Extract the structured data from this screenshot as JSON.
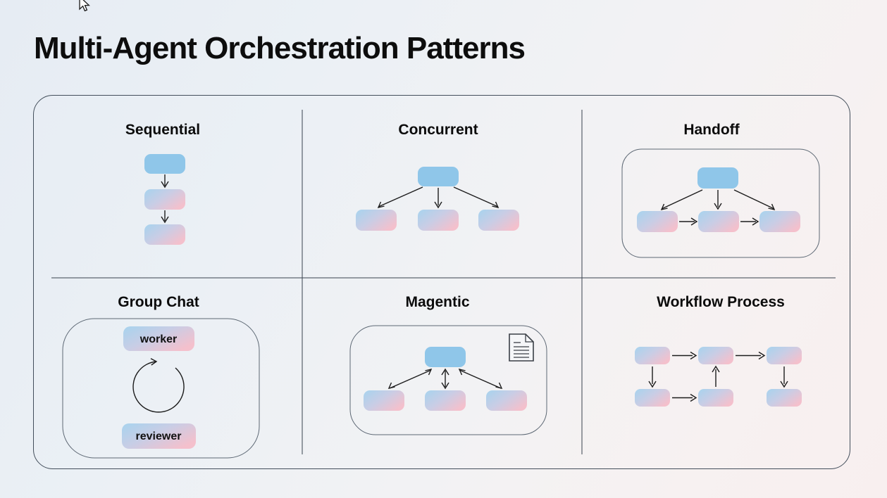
{
  "page": {
    "title": "Multi-Agent Orchestration Patterns"
  },
  "cursor": {
    "icon": "arrow-cursor-icon"
  },
  "board": {
    "panels": [
      {
        "id": "sequential",
        "title": "Sequential"
      },
      {
        "id": "concurrent",
        "title": "Concurrent"
      },
      {
        "id": "handoff",
        "title": "Handoff"
      },
      {
        "id": "group-chat",
        "title": "Group Chat",
        "agents": {
          "top": "worker",
          "bottom": "reviewer"
        }
      },
      {
        "id": "magentic",
        "title": "Magentic",
        "icon": "document-icon"
      },
      {
        "id": "workflow-process",
        "title": "Workflow Process"
      }
    ]
  },
  "colors": {
    "agent_blue": "#8fc6e9",
    "agent_gradient_start": "#a7d3ee",
    "agent_gradient_mid": "#c9cde5",
    "agent_gradient_end": "#f4c0cc",
    "arrow": "#1c1c1c",
    "board_border": "#434e5b",
    "inner_frame_border": "#5d6874",
    "background_top_left": "#e6ecf3",
    "background_bottom_right": "#f8efef"
  }
}
